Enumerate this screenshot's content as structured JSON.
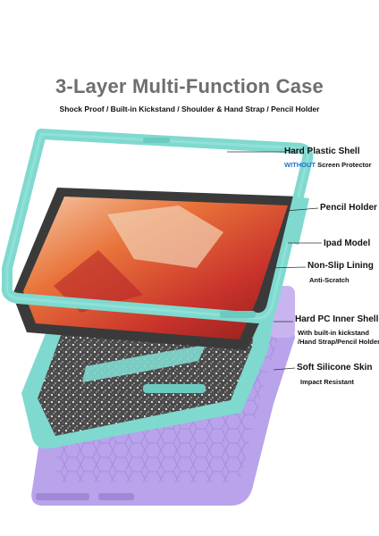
{
  "header": {
    "title": "3-Layer Multi-Function Case",
    "subtitle": "Shock Proof / Built-in Kickstand / Shoulder & Hand Strap / Pencil Holder"
  },
  "labels": {
    "shell": {
      "title": "Hard Plastic Shell",
      "note_highlight": "WITHOUT",
      "note_rest": " Screen Protector"
    },
    "pencil": {
      "title": "Pencil Holder"
    },
    "ipad": {
      "title": "Ipad Model"
    },
    "lining": {
      "title": "Non-Slip Lining",
      "note": "Anti-Scratch"
    },
    "inner": {
      "title": "Hard PC Inner Shell",
      "note_line1": "With built-in kickstand",
      "note_line2": "/Hand Strap/Pencil Holder"
    },
    "skin": {
      "title": "Soft Silicone Skin",
      "note": "Impact Resistant"
    }
  },
  "colors": {
    "teal": "#7fd9cf",
    "purple": "#b9a3ea",
    "highlight_blue": "#1e73c9",
    "title_gray": "#6e6e6e"
  }
}
